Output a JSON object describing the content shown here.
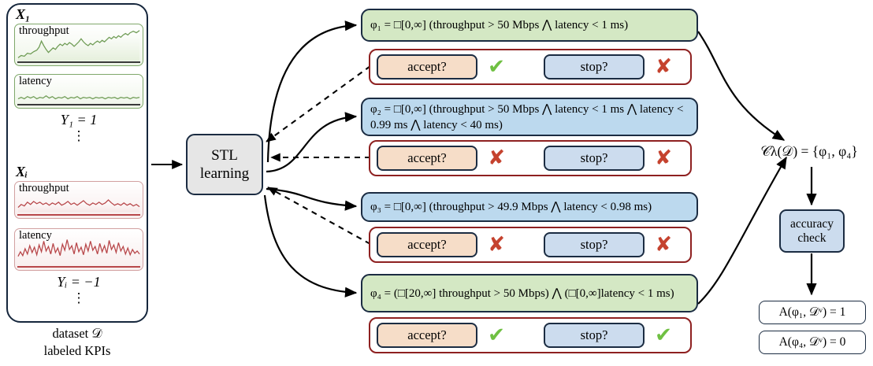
{
  "dataset": {
    "x1_label": "X₁",
    "xi_label": "Xᵢ",
    "throughput_label": "throughput",
    "latency_label": "latency",
    "y1_label": "Y₁ = 1",
    "yi_label": "Yᵢ = −1",
    "dots": "⋮",
    "caption_line1": "dataset 𝒟",
    "caption_line2": "labeled KPIs",
    "positive_color": "#7fa86a",
    "negative_color": "#c4585a"
  },
  "stl_node": {
    "line1": "STL",
    "line2": "learning"
  },
  "formulas": [
    {
      "id": "phi1",
      "color": "green",
      "text": "φ₁ = □[0,∞] (throughput > 50 Mbps ⋀ latency < 1 ms)"
    },
    {
      "id": "phi2",
      "color": "blue",
      "text": "φ₂ = □[0,∞] (throughput > 50 Mbps ⋀ latency < 1 ms ⋀ latency < 0.99 ms ⋀ latency < 40 ms)"
    },
    {
      "id": "phi3",
      "color": "blue",
      "text": "φ₃ = □[0,∞] (throughput > 49.9 Mbps ⋀ latency < 0.98 ms)"
    },
    {
      "id": "phi4",
      "color": "green",
      "text": "φ₄ = (□[20,∞] throughput > 50 Mbps) ⋀ (□[0,∞]latency < 1 ms)"
    }
  ],
  "queries": [
    {
      "accept_label": "accept?",
      "accept_mark": "✔",
      "stop_label": "stop?",
      "stop_mark": "✘"
    },
    {
      "accept_label": "accept?",
      "accept_mark": "✘",
      "stop_label": "stop?",
      "stop_mark": "✘"
    },
    {
      "accept_label": "accept?",
      "accept_mark": "✘",
      "stop_label": "stop?",
      "stop_mark": "✘"
    },
    {
      "accept_label": "accept?",
      "accept_mark": "✔",
      "stop_label": "stop?",
      "stop_mark": "✔"
    }
  ],
  "marks": {
    "tick_color": "#6fc042",
    "cross_color": "#c5422e"
  },
  "result": {
    "set_formula": "𝒞λ(𝒟) = {φ₁, φ₄}",
    "accuracy_line1": "accuracy",
    "accuracy_line2": "check",
    "acc1": "A(φ₁, 𝒟ᵛ) = 1",
    "acc2": "A(φ₄, 𝒟ᵛ) = 0"
  }
}
